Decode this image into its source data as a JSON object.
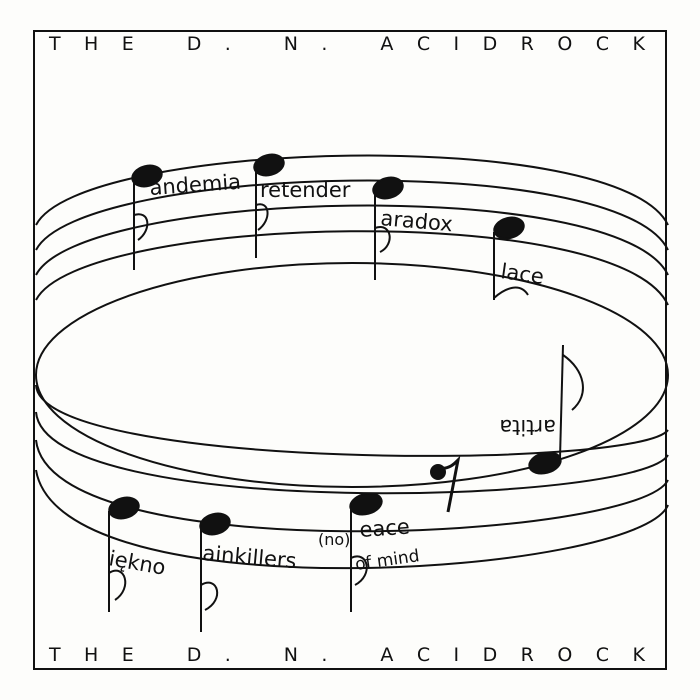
{
  "title_top": "THE D. N. ACIDROCK",
  "title_bottom": "THE D. N. ACIDROCK",
  "tracks": {
    "t1": "andemia",
    "t2": "retender",
    "t3": "aradox",
    "t4": "lace",
    "t5": "artita",
    "t6": "iękno",
    "t7": "ainkillers",
    "t8_prefix": "(no)",
    "t8_a": "eace",
    "t8_b": "of mind"
  },
  "colors": {
    "ink": "#111111",
    "paper": "#fdfdfb"
  }
}
